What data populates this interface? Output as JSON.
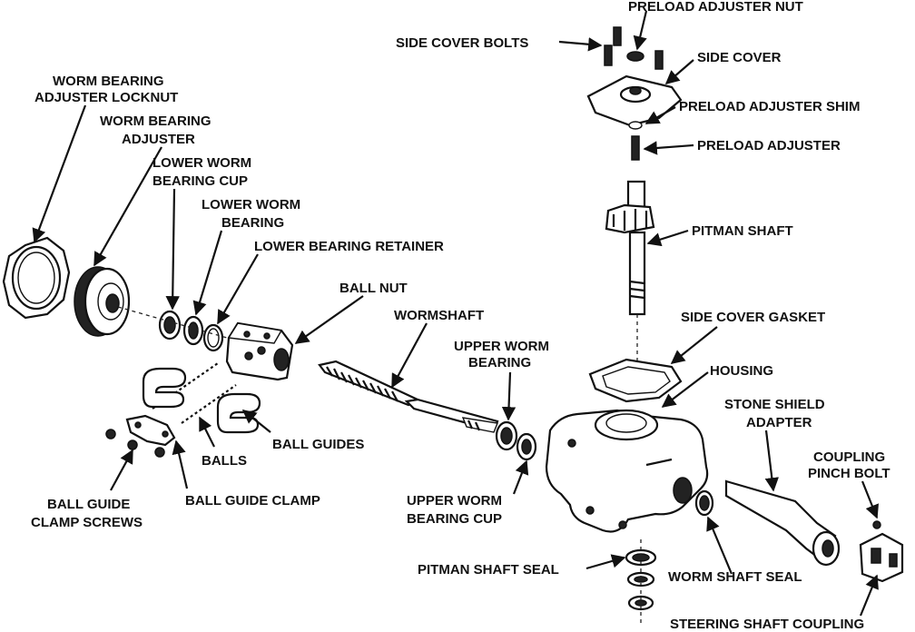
{
  "labels": {
    "preload_adjuster_nut": "PRELOAD ADJUSTER NUT",
    "side_cover_bolts": "SIDE COVER BOLTS",
    "side_cover": "SIDE COVER",
    "preload_adjuster_shim": "PRELOAD ADJUSTER SHIM",
    "preload_adjuster": "PRELOAD ADJUSTER",
    "pitman_shaft": "PITMAN SHAFT",
    "side_cover_gasket": "SIDE COVER GASKET",
    "housing": "HOUSING",
    "stone_shield_adapter_1": "STONE SHIELD",
    "stone_shield_adapter_2": "ADAPTER",
    "coupling_pinch_bolt_1": "COUPLING",
    "coupling_pinch_bolt_2": "PINCH BOLT",
    "worm_bearing_adjuster_locknut_1": "WORM BEARING",
    "worm_bearing_adjuster_locknut_2": "ADJUSTER LOCKNUT",
    "worm_bearing_adjuster_1": "WORM BEARING",
    "worm_bearing_adjuster_2": "ADJUSTER",
    "lower_worm_bearing_cup_1": "LOWER WORM",
    "lower_worm_bearing_cup_2": "BEARING CUP",
    "lower_worm_bearing_1": "LOWER WORM",
    "lower_worm_bearing_2": "BEARING",
    "lower_bearing_retainer": "LOWER BEARING RETAINER",
    "ball_nut": "BALL NUT",
    "wormshaft": "WORMSHAFT",
    "upper_worm_bearing_1": "UPPER WORM",
    "upper_worm_bearing_2": "BEARING",
    "ball_guides": "BALL GUIDES",
    "balls": "BALLS",
    "ball_guide_clamp": "BALL GUIDE CLAMP",
    "ball_guide_clamp_screws_1": "BALL GUIDE",
    "ball_guide_clamp_screws_2": "CLAMP SCREWS",
    "upper_worm_bearing_cup_1": "UPPER WORM",
    "upper_worm_bearing_cup_2": "BEARING CUP",
    "pitman_shaft_seal": "PITMAN SHAFT SEAL",
    "worm_shaft_seal": "WORM SHAFT SEAL",
    "steering_shaft_coupling": "STEERING SHAFT COUPLING"
  }
}
